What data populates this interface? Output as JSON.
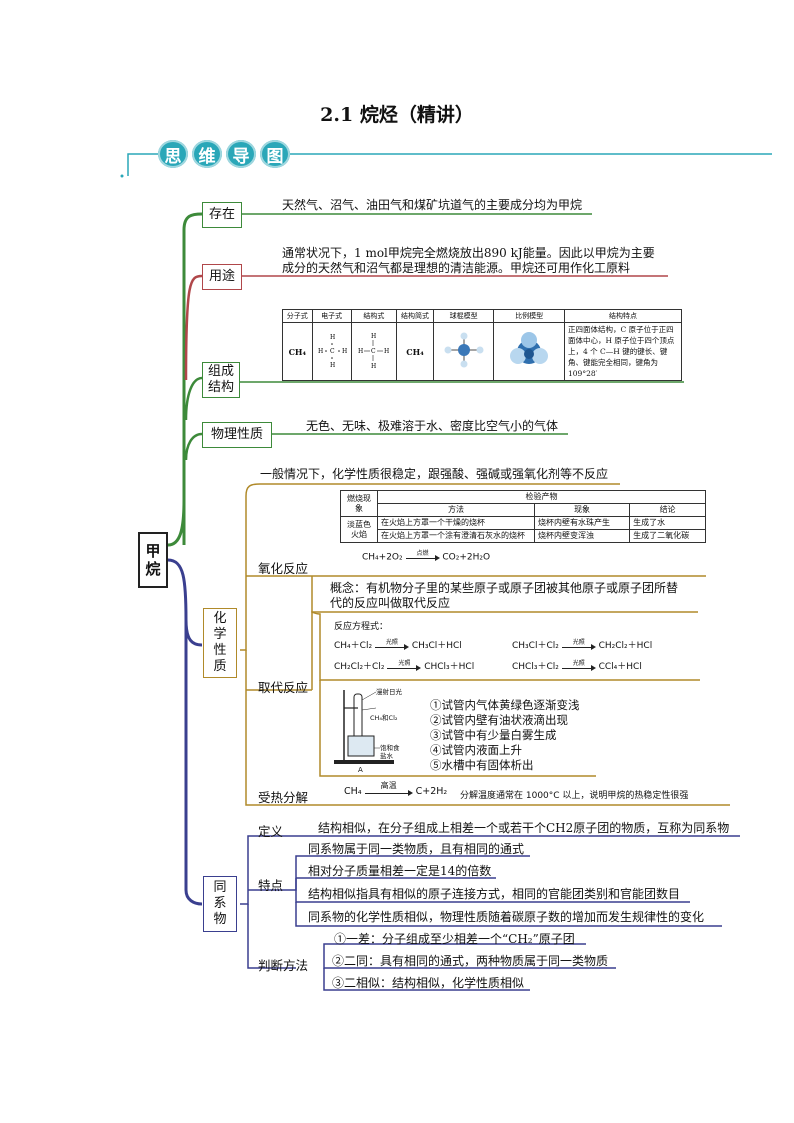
{
  "title": "2.1  烷烃（精讲）",
  "badges": [
    "思",
    "维",
    "导",
    "图"
  ],
  "root": "甲烷",
  "nodes": {
    "exist": "存在",
    "use": "用途",
    "struct": "组成结构",
    "phys": "物理性质",
    "chem": "化学性质",
    "homolog": "同系物"
  },
  "texts": {
    "exist": "天然气、沼气、油田气和煤矿坑道气的主要成分均为甲烷",
    "use_1": "通常状况下，1 mol甲烷完全燃烧放出890 kJ能量。因此以甲烷为主要",
    "use_2": "成分的天然气和沼气都是理想的清洁能源。甲烷还可用作化工原料",
    "phys": "无色、无味、极难溶于水、密度比空气小的气体",
    "chem_general": "一般情况下，化学性质很稳定，跟强酸、强碱或强氧化剂等不反应",
    "oxidation": "氧化反应",
    "substitution": "取代反应",
    "sub_concept_1": "概念：有机物分子里的某些原子或原子团被其他原子或原子团所替",
    "sub_concept_2": "代的反应叫做取代反应",
    "heat": "受热分解",
    "heat_note": "分解温度通常在 1000°C 以上，说明甲烷的热稳定性很强",
    "def_label": "定义",
    "def_text": "结构相似，在分子组成上相差一个或若干个CH2原子团的物质，互称为同系物",
    "feat_label": "特点",
    "feat": [
      "同系物属于同一类物质，且有相同的通式",
      "相对分子质量相差一定是14的倍数",
      "结构相似指具有相似的原子连接方式，相同的官能团类别和官能团数目",
      "同系物的化学性质相似，物理性质随着碳原子数的增加而发生规律性的变化"
    ],
    "judge_label": "判断方法",
    "judge": [
      "①一差：分子组成至少相差一个“CH₂”原子团",
      "②二同：具有相同的通式，两种物质属于同一类物质",
      "③二相似：结构相似，化学性质相似"
    ]
  },
  "struct_table": {
    "headers": [
      "分子式",
      "电子式",
      "结构式",
      "结构简式",
      "球棍模型",
      "比例模型",
      "结构特点"
    ],
    "formula": "CH₄",
    "simple": "CH₄",
    "feature": "正四面体结构，C 原子位于正四面体中心，H 原子位于四个顶点上，4 个 C—H 键的键长、键角、键能完全相同，键角为 109°28′"
  },
  "ox_table": {
    "h_phen": "燃烧现象",
    "h_check": "检验产物",
    "h_method": "方法",
    "h_obs": "现象",
    "h_concl": "结论",
    "flame": "淡蓝色火焰",
    "r1": [
      "在火焰上方罩一个干燥的烧杯",
      "烧杯内壁有水珠产生",
      "生成了水"
    ],
    "r2": [
      "在火焰上方罩一个涂有澄清石灰水的烧杯",
      "烧杯内壁变浑浊",
      "生成了二氧化碳"
    ],
    "eq_left": "CH₄+2O₂",
    "eq_cond": "点燃",
    "eq_right": "CO₂+2H₂O"
  },
  "sub_eqs": {
    "label": "反应方程式：",
    "cond": "光照",
    "e1_l": "CH₄＋Cl₂",
    "e1_r": "CH₃Cl＋HCl",
    "e2_l": "CH₃Cl＋Cl₂",
    "e2_r": "CH₂Cl₂＋HCl",
    "e3_l": "CH₂Cl₂＋Cl₂",
    "e3_r": "CHCl₃＋HCl",
    "e4_l": "CHCl₃＋Cl₂",
    "e4_r": "CCl₄＋HCl"
  },
  "experiment": {
    "light": "漫射日光",
    "gas": "CH₄和Cl₂",
    "salt": "饱和食盐水",
    "mark": "A",
    "obs": [
      "①试管内气体黄绿色逐渐变浅",
      "②试管内壁有油状液滴出现",
      "③试管中有少量白雾生成",
      "④试管内液面上升",
      "⑤水槽中有固体析出"
    ]
  },
  "heat_eq": {
    "left": "CH₄",
    "cond": "高温",
    "right": "C+2H₂"
  },
  "colors": {
    "teal": "#2aa7b8",
    "green": "#3d8a3a",
    "red": "#b0474a",
    "gold": "#b08a2a",
    "navy": "#3a3f8f"
  }
}
